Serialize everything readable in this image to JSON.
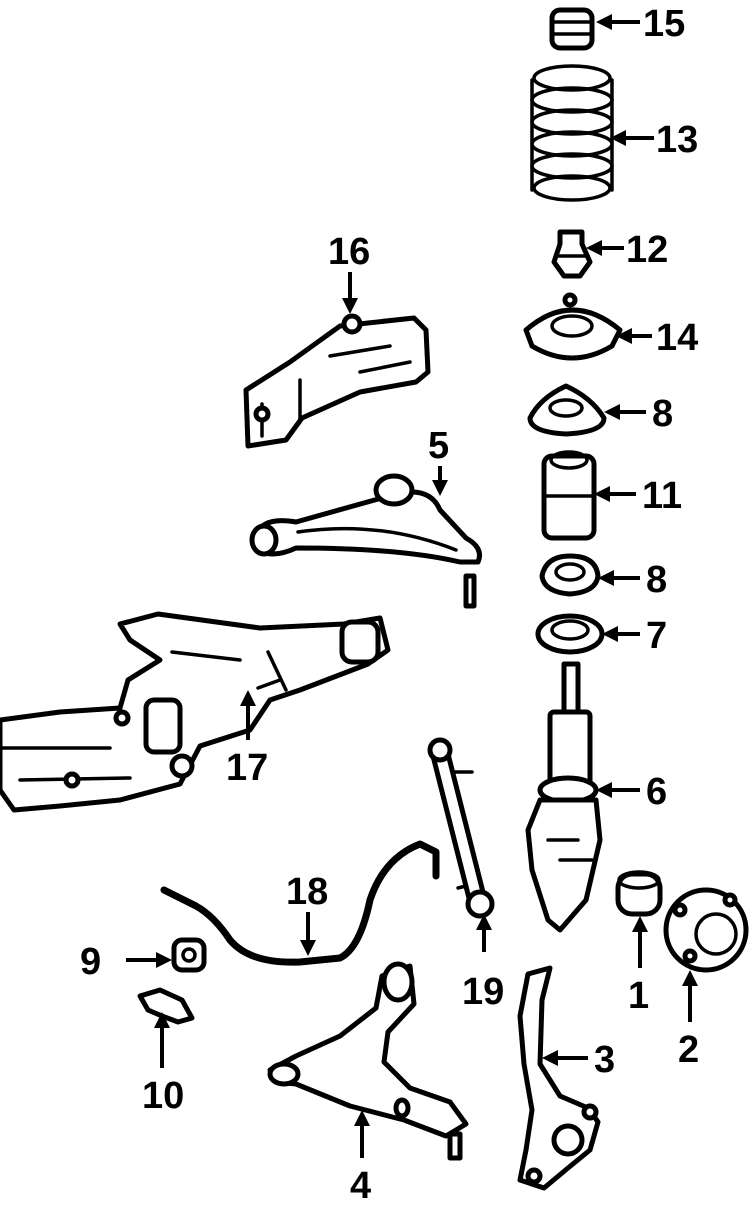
{
  "diagram": {
    "callouts": [
      {
        "id": "c1",
        "label": "1"
      },
      {
        "id": "c2",
        "label": "2"
      },
      {
        "id": "c3",
        "label": "3"
      },
      {
        "id": "c4",
        "label": "4"
      },
      {
        "id": "c5",
        "label": "5"
      },
      {
        "id": "c6",
        "label": "6"
      },
      {
        "id": "c7",
        "label": "7"
      },
      {
        "id": "c8a",
        "label": "8"
      },
      {
        "id": "c8b",
        "label": "8"
      },
      {
        "id": "c9",
        "label": "9"
      },
      {
        "id": "c10",
        "label": "10"
      },
      {
        "id": "c11",
        "label": "11"
      },
      {
        "id": "c12",
        "label": "12"
      },
      {
        "id": "c13",
        "label": "13"
      },
      {
        "id": "c14",
        "label": "14"
      },
      {
        "id": "c15",
        "label": "15"
      },
      {
        "id": "c16",
        "label": "16"
      },
      {
        "id": "c17",
        "label": "17"
      },
      {
        "id": "c18",
        "label": "18"
      },
      {
        "id": "c19",
        "label": "19"
      }
    ]
  }
}
